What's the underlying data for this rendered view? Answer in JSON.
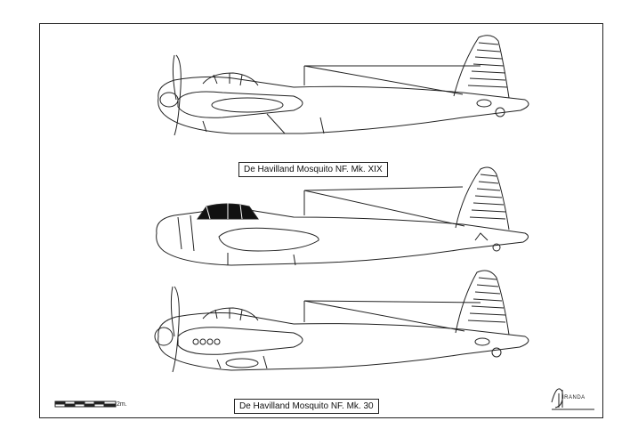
{
  "drawing": {
    "view_top_caption": "De Havilland Mosquito NF. Mk. XIX",
    "view_bottom_caption": "De Havilland Mosquito NF. Mk. 30",
    "scale_label": "2m.",
    "maker_mark": "IRANDA"
  },
  "colors": {
    "line": "#222222",
    "canopy_fill": "#111111",
    "paper": "#ffffff"
  }
}
